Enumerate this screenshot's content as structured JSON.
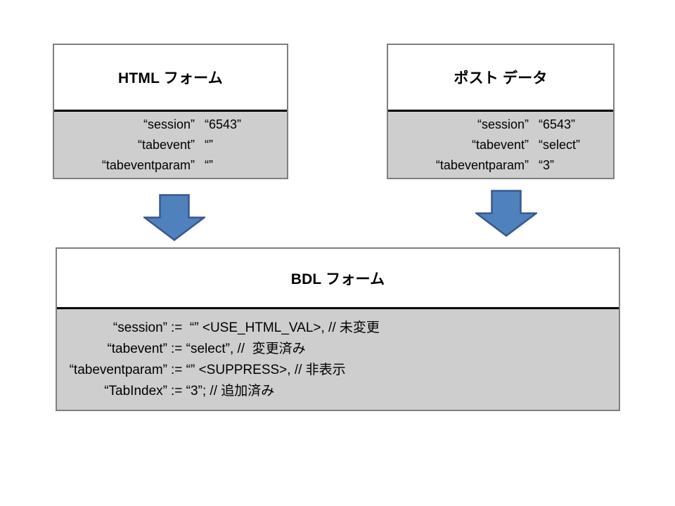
{
  "colors": {
    "arrow_fill": "#4f81bd",
    "arrow_stroke": "#38588c",
    "body_bg": "#cecece",
    "box_border": "#7f7f7f",
    "divider": "#000000"
  },
  "boxes": {
    "html_form": {
      "title": "HTML フォーム",
      "rows": [
        {
          "name": "“session”",
          "value": "“6543”"
        },
        {
          "name": "“tabevent”",
          "value": "“”"
        },
        {
          "name": "“tabeventparam”",
          "value": "“”"
        }
      ]
    },
    "post_data": {
      "title": "ポスト データ",
      "rows": [
        {
          "name": "“session”",
          "value": "“6543”"
        },
        {
          "name": "“tabevent”",
          "value": "“select”"
        },
        {
          "name": "“tabeventparam”",
          "value": "“3”"
        }
      ]
    },
    "bdl_form": {
      "title": "BDL フォーム",
      "rows": [
        {
          "name": "“session”",
          "value": ":=  “” <USE_HTML_VAL>, // 未変更"
        },
        {
          "name": "“tabevent”",
          "value": ":= “select”, //  変更済み"
        },
        {
          "name": "“tabeventparam”",
          "value": ":= “” <SUPPRESS>, // 非表示"
        },
        {
          "name": "“TabIndex”",
          "value": ":= “3”; // 追加済み"
        }
      ]
    }
  }
}
